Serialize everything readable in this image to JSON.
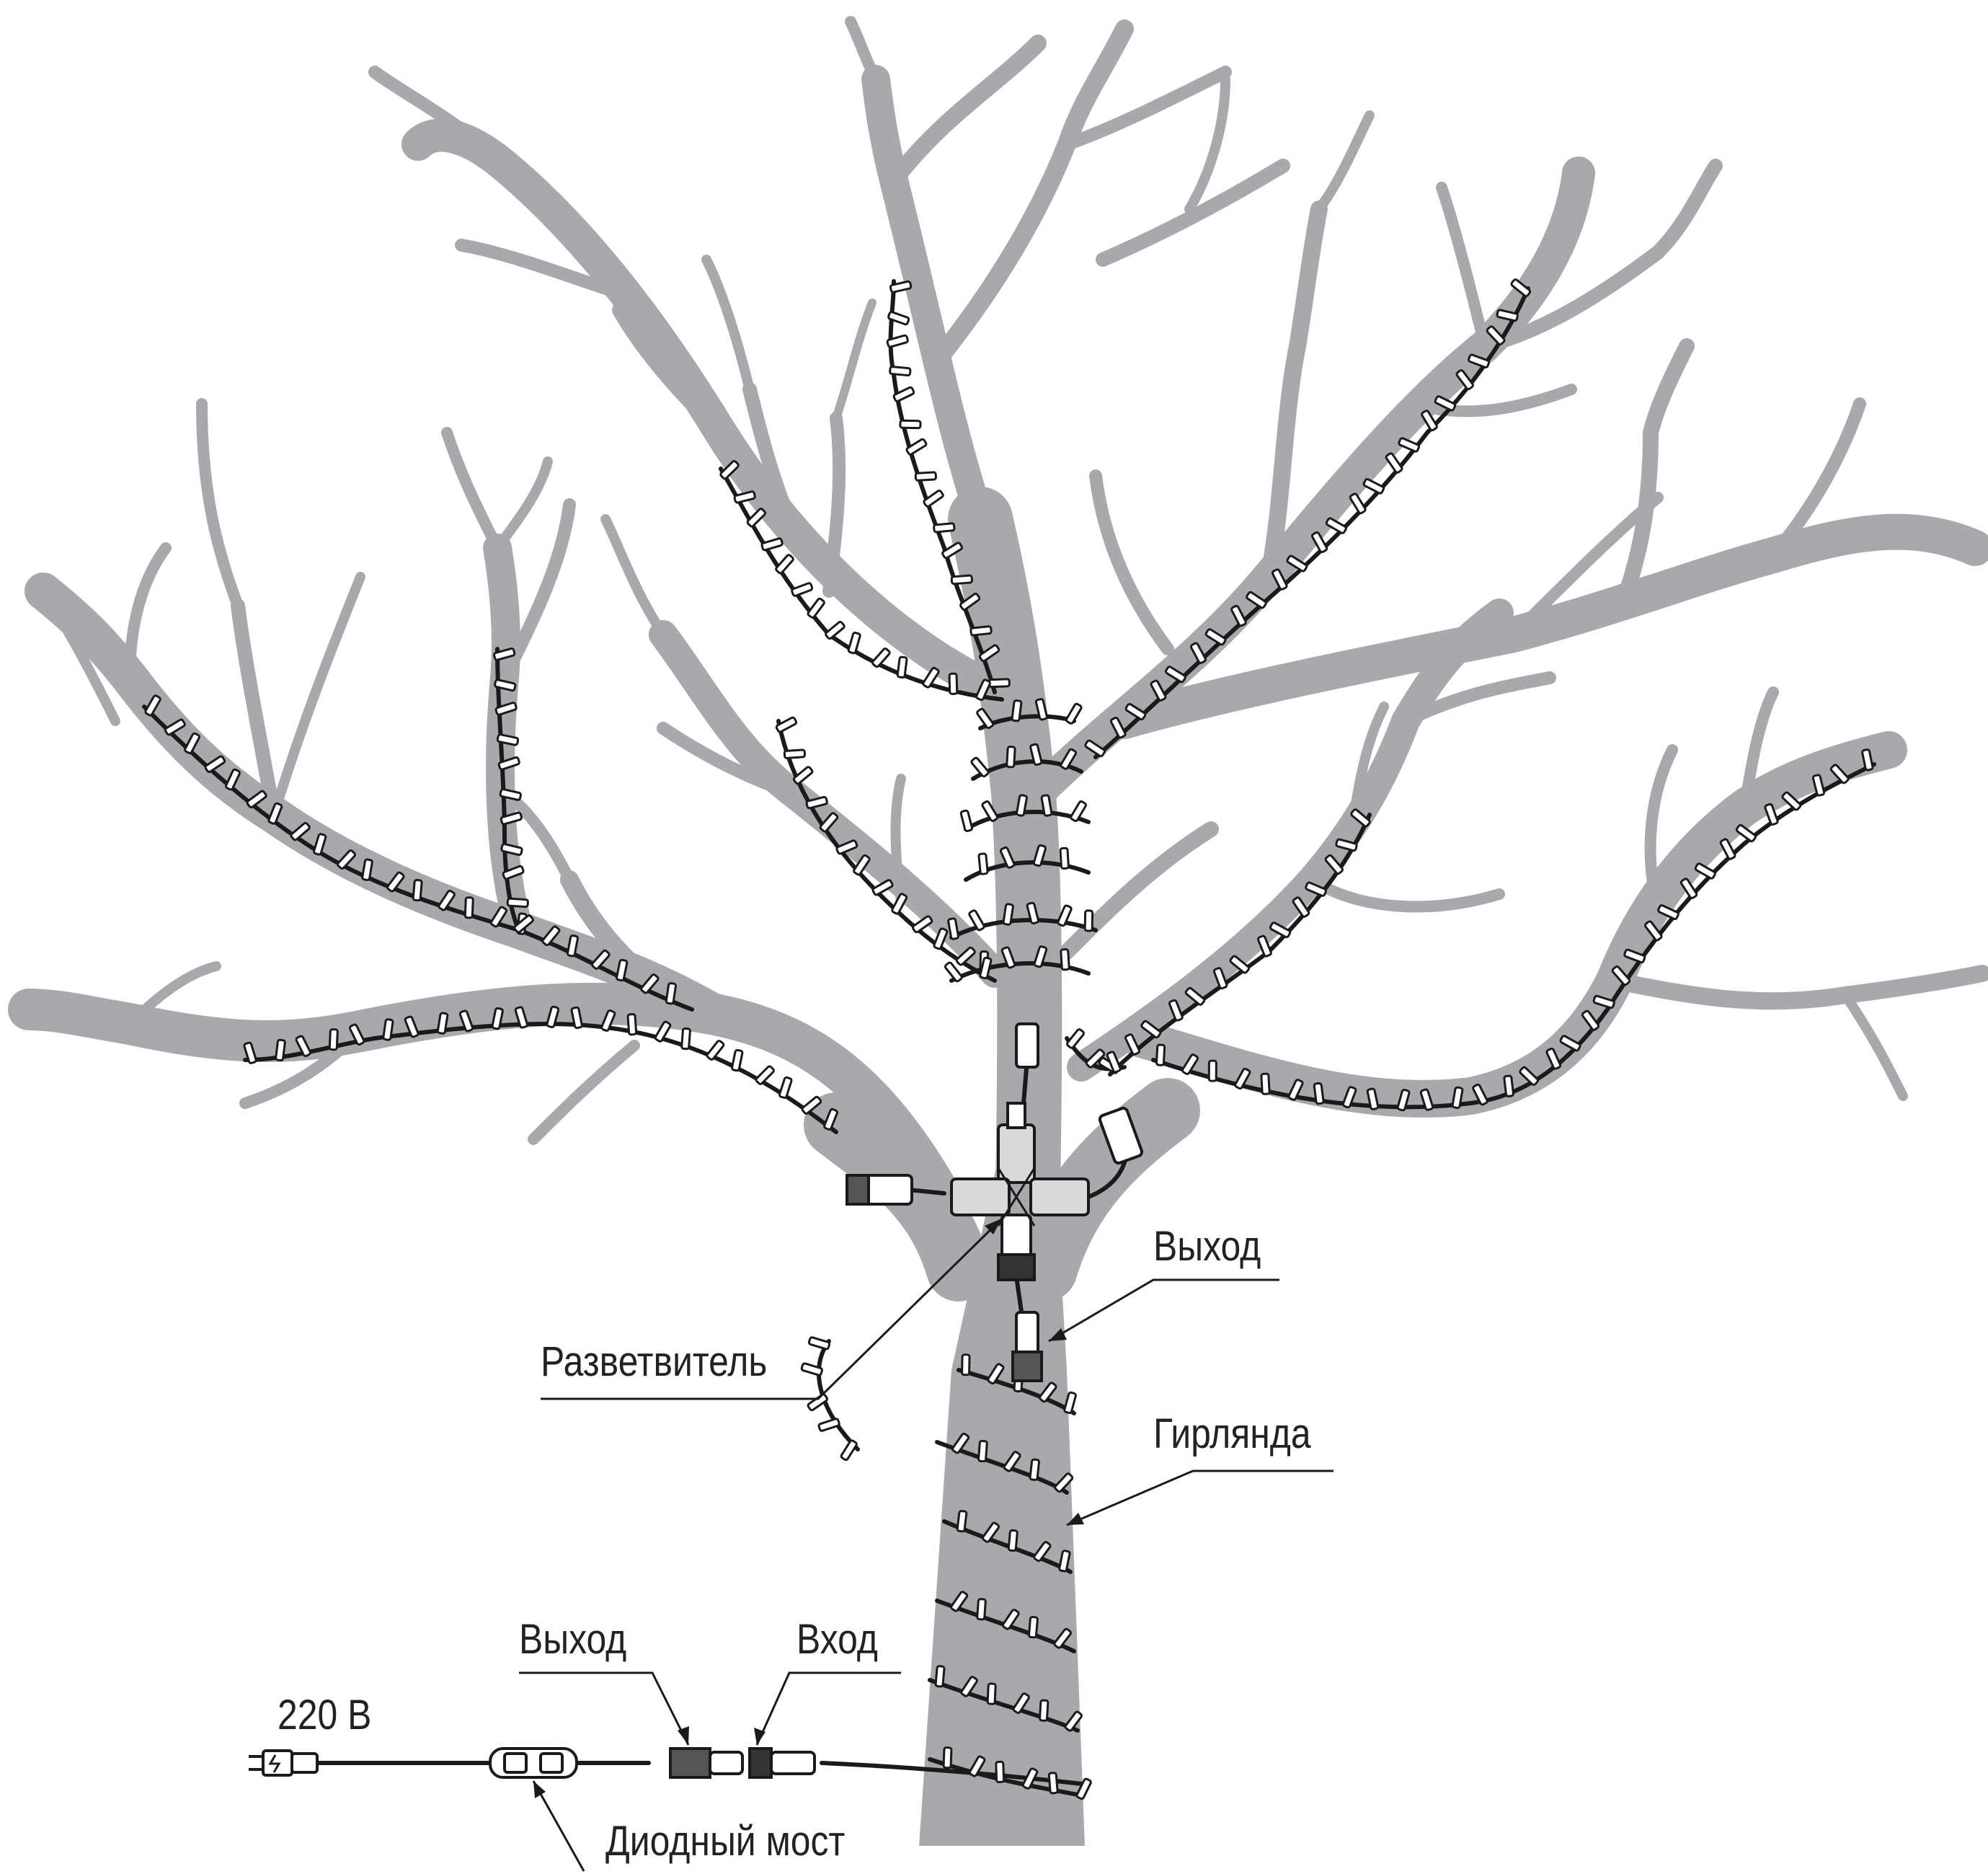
{
  "labels": {
    "splitter": "Разветвитель",
    "output_upper": "Выход",
    "garland": "Гирлянда",
    "voltage": "220 В",
    "output_lower": "Выход",
    "input": "Вход",
    "diode_bridge": "Диодный мост"
  },
  "colors": {
    "tree": "#a7a9ac",
    "wire": "#1a1a1a",
    "background": "#ffffff",
    "text": "#222222"
  },
  "icons": [
    "plug-icon",
    "diode-bridge-icon",
    "connector-icon",
    "splitter-icon"
  ]
}
